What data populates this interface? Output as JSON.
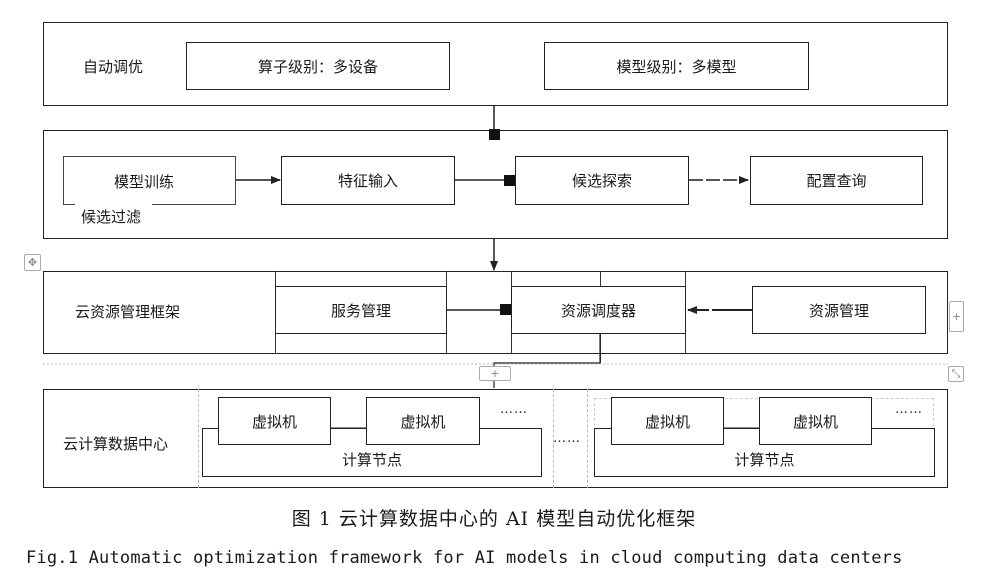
{
  "layer_auto_tuning": {
    "title": "自动调优",
    "operator_level": "算子级别：多设备",
    "model_level": "模型级别：多模型"
  },
  "layer_pipeline": {
    "model_training": "模型训练",
    "candidate_filter": "候选过滤",
    "feature_input": "特征输入",
    "candidate_search": "候选探索",
    "config_query": "配置查询"
  },
  "layer_cloud_resource": {
    "title": "云资源管理框架",
    "service_management": "服务管理",
    "resource_scheduler": "资源调度器",
    "resource_management": "资源管理"
  },
  "layer_datacenter": {
    "title": "云计算数据中心",
    "vm_label": "虚拟机",
    "compute_node": "计算节点",
    "ellipsis": "……"
  },
  "caption": {
    "zh": "图 1 云计算数据中心的 AI 模型自动优化框架",
    "en": "Fig.1 Automatic optimization framework for AI models in cloud computing data centers"
  },
  "handles": {
    "move_icon": "✥",
    "plus_icon": "+",
    "resize_icon": "⤡"
  }
}
